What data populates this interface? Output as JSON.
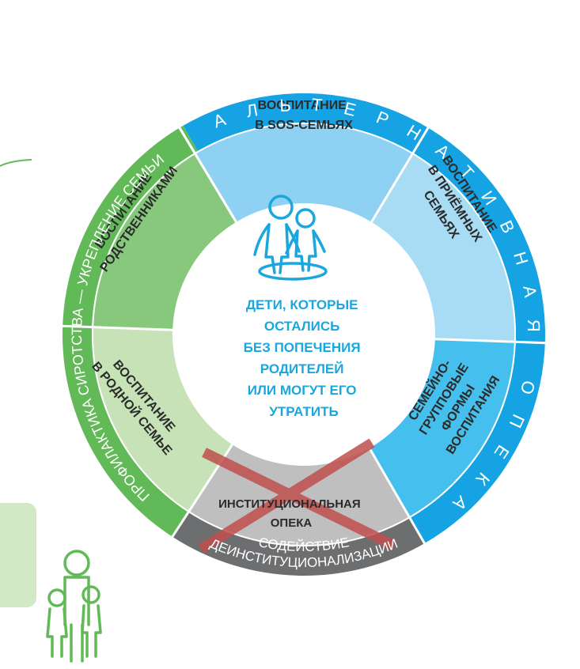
{
  "center": {
    "lines": [
      "ДЕТИ, КОТОРЫЕ",
      "ОСТАЛИСЬ",
      "БЕЗ ПОПЕЧЕНИЯ",
      "РОДИТЕЛЕЙ",
      "ИЛИ МОГУТ ЕГО",
      "УТРАТИТЬ"
    ]
  },
  "outer": {
    "prevention": "ПРОФИЛАКТИКА СИРОТСТВА — УКРЕПЛЕНИЕ СЕМЬИ",
    "alternative": "АЛЬТЕРНАТИВНАЯ ОПЕКА",
    "deinst": [
      "СОДЕЙСТВИЕ",
      "ДЕИНСТИТУЦИОНАЛИЗАЦИИ"
    ]
  },
  "segments": {
    "sos": [
      "ВОСПИТАНИЕ",
      "В SOS-СЕМЬЯХ"
    ],
    "foster": [
      "ВОСПИТАНИЕ",
      "В ПРИЁМНЫХ",
      "СЕМЬЯХ"
    ],
    "group": [
      "СЕМЕЙНО-",
      "ГРУППОВЫЕ",
      "ФОРМЫ",
      "ВОСПИТАНИЯ"
    ],
    "institutional": [
      "ИНСТИТУЦИОНАЛЬНАЯ",
      "ОПЕКА"
    ],
    "birth": [
      "ВОСПИТАНИЕ",
      "В РОДНОЙ СЕМЬЕ"
    ],
    "relatives": [
      "ВОСПИТАНИЕ",
      "РОДСТВЕННИКАМИ"
    ]
  },
  "colors": {
    "blue_ring": "#16a3e3",
    "green_ring": "#62b957",
    "gray_ring": "#6d6e70",
    "sos": "#8fd1f2",
    "foster": "#a8dcf5",
    "group": "#45c0ee",
    "institutional": "#bfbfc0",
    "birth": "#c6e2b6",
    "relatives": "#88c87d",
    "cross": "#c0504d",
    "center_text": "#1aa7e0"
  }
}
